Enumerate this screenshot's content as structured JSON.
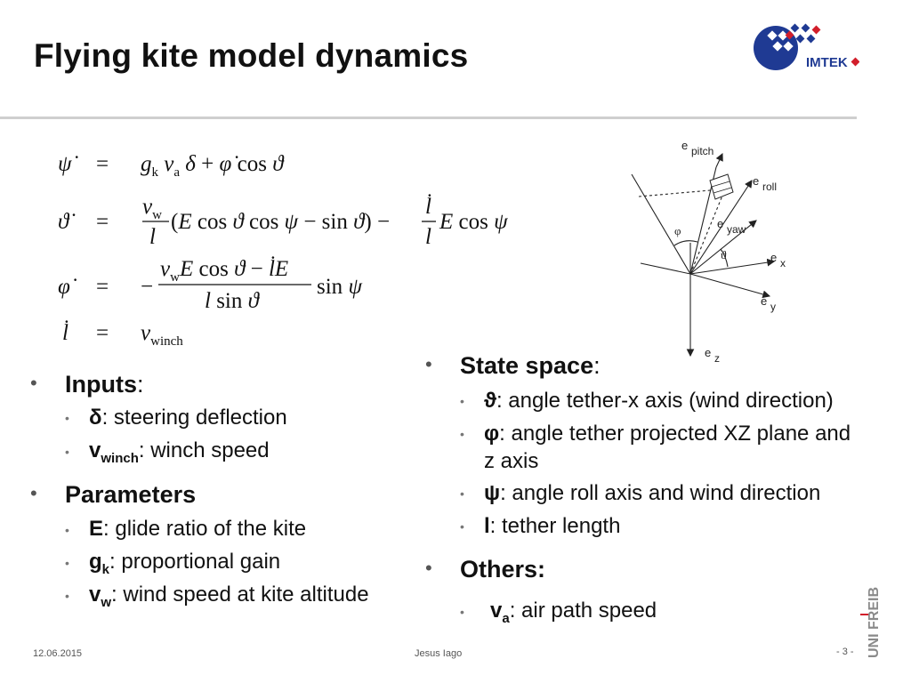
{
  "slide": {
    "title": "Flying kite model dynamics",
    "footer_date": "12.06.2015",
    "footer_author": "Jesus Iago",
    "footer_page": "- 3 -"
  },
  "logo": {
    "imtek_text": "IMTEK",
    "uni_text": "UNI FREIBURG"
  },
  "diagram": {
    "labels": [
      "e",
      "pitch",
      "e",
      "roll",
      "e",
      "yaw",
      "e",
      "x",
      "e",
      "y",
      "e",
      "z",
      "φ",
      "ϑ"
    ]
  },
  "inputs": {
    "heading": "Inputs",
    "items": [
      {
        "sym": "δ",
        "text": ": steering deflection"
      },
      {
        "sym": "v",
        "sub": "winch",
        "text": ": winch speed"
      }
    ]
  },
  "parameters": {
    "heading": "Parameters",
    "items": [
      {
        "sym": "E",
        "text": ": glide ratio of the kite"
      },
      {
        "sym": "g",
        "sub": "k",
        "text": ": proportional gain"
      },
      {
        "sym": "v",
        "sub": "w",
        "text": ": wind speed at kite altitude"
      }
    ]
  },
  "state_space": {
    "heading": "State space",
    "items": [
      {
        "sym": "ϑ",
        "text": ": angle tether-x axis (wind direction)"
      },
      {
        "sym": "φ",
        "text": ": angle tether projected XZ plane and",
        "text2": "z axis"
      },
      {
        "sym": "ψ",
        "text": ": angle roll axis and wind direction"
      },
      {
        "sym": "l",
        "text": ": tether length"
      }
    ]
  },
  "others": {
    "heading": "Others:",
    "items": [
      {
        "sym": "v",
        "sub": "a",
        "text": ": air path speed"
      }
    ]
  }
}
